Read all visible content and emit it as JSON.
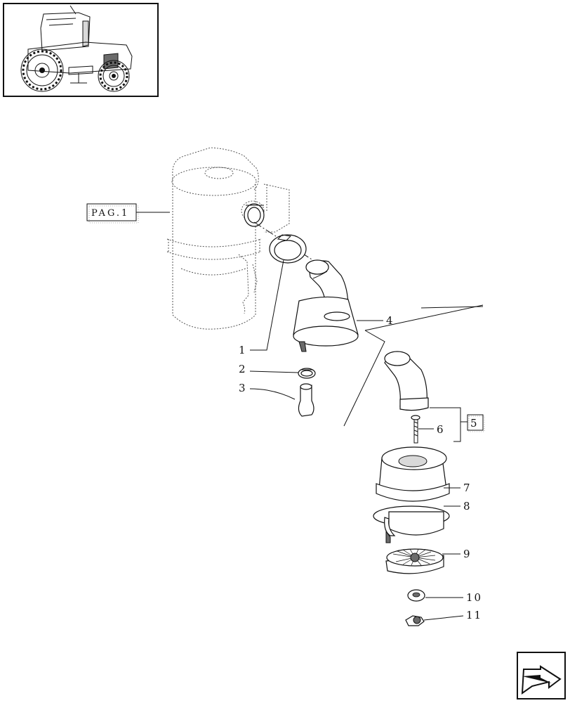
{
  "reference_box": {
    "text": "PAG.1"
  },
  "group_box": {
    "text": "5"
  },
  "callouts": [
    {
      "id": "1",
      "text": "1"
    },
    {
      "id": "2",
      "text": "2"
    },
    {
      "id": "3",
      "text": "3"
    },
    {
      "id": "4",
      "text": "4"
    },
    {
      "id": "6",
      "text": "6"
    },
    {
      "id": "7",
      "text": "7"
    },
    {
      "id": "8",
      "text": "8"
    },
    {
      "id": "9",
      "text": "9"
    },
    {
      "id": "10",
      "text": "10"
    },
    {
      "id": "11",
      "text": "11"
    }
  ],
  "icons": {
    "thumbnail": "tractor-thumbnail-icon",
    "nav": "next-page-arrow-icon"
  }
}
